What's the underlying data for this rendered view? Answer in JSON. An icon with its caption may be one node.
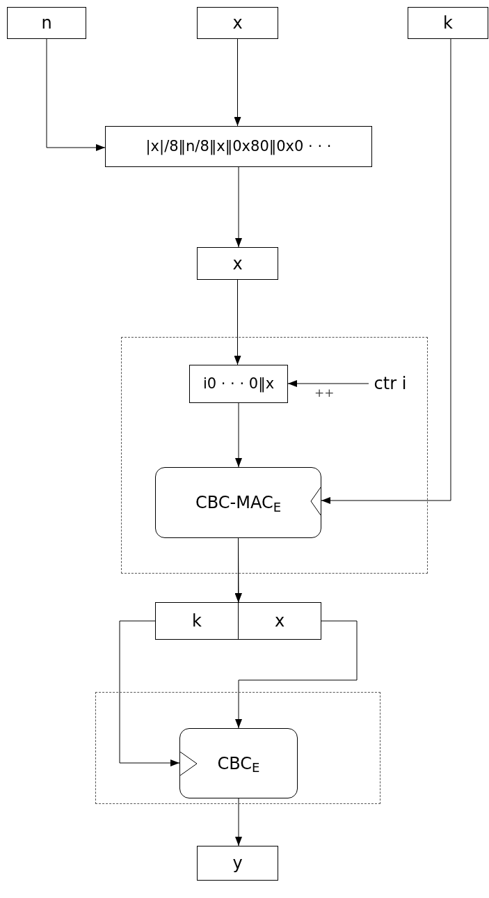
{
  "diagram": {
    "nodes": [
      {
        "text": [
          "n"
        ]
      },
      {
        "text": [
          "x"
        ]
      },
      {
        "text": [
          "k"
        ]
      },
      {
        "text": [
          "|x|/8‖n/8‖x‖0x80‖0x0 · · ·"
        ]
      },
      {
        "text": [
          "x"
        ]
      },
      {
        "text": [],
        "shape": "box"
      },
      {
        "text": [
          "i0 · · · 0‖x"
        ],
        "in": 5
      },
      {
        "text": [
          "ctr i"
        ],
        "in": 5
      },
      {
        "text": [
          "CBC-MAC$_{E}$"
        ],
        "in": 5
      },
      {
        "text": [
          "k"
        ]
      },
      {
        "text": [
          "x"
        ]
      },
      {
        "text": [],
        "shape": "box"
      },
      {
        "text": [
          "CBC$_{E}$"
        ],
        "in": 11
      },
      {
        "text": [
          "y"
        ]
      }
    ],
    "edges": [
      {
        "from": 0,
        "to": 3,
        "arrow": "to"
      },
      {
        "from": 1,
        "to": 3,
        "arrow": "to"
      },
      {
        "from": 3,
        "to": 4,
        "arrow": "to"
      },
      {
        "from": 4,
        "to": 6,
        "arrow": "to"
      },
      {
        "from": 7,
        "to": 6,
        "arrow": "to",
        "label": "++"
      },
      {
        "from": 6,
        "to": 8,
        "arrow": "to"
      },
      {
        "from": 2,
        "to": 8,
        "arrow": "to"
      },
      {
        "from": 8,
        "to": 9,
        "arrow": "to"
      },
      {
        "from": 8,
        "to": 10,
        "arrow": "to"
      },
      {
        "from": 9,
        "to": 12,
        "arrow": "to"
      },
      {
        "from": 10,
        "to": 12,
        "arrow": "to"
      },
      {
        "from": 12,
        "to": 13,
        "arrow": "to"
      }
    ]
  }
}
